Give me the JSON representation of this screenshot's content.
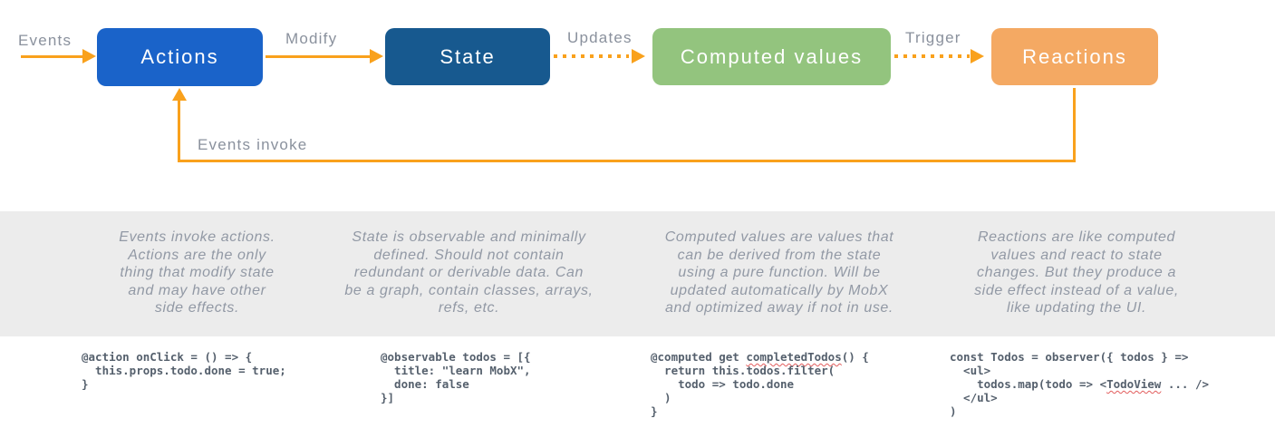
{
  "colors": {
    "actions_blue": "#1A63C9",
    "state_navy": "#17598F",
    "computed_green": "#93C47E",
    "reactions_orange": "#F4A963",
    "arrow_orange": "#F9A11C",
    "label_gray": "#8A919D",
    "description_gray": "#9299A5",
    "band_gray": "#ECECEC",
    "code_slate": "#55606D",
    "squiggle_red": "#E25D5D"
  },
  "diagram": {
    "type": "flow",
    "edge_labels": {
      "events": "Events",
      "modify": "Modify",
      "updates": "Updates",
      "trigger": "Trigger",
      "events_invoke": "Events invoke"
    },
    "nodes": [
      {
        "id": "actions",
        "label": "Actions",
        "color": "#1A63C9"
      },
      {
        "id": "state",
        "label": "State",
        "color": "#17598F"
      },
      {
        "id": "computed",
        "label": "Computed values",
        "color": "#93C47E"
      },
      {
        "id": "reactions",
        "label": "Reactions",
        "color": "#F4A963"
      }
    ],
    "edges": [
      {
        "from": "events-source",
        "to": "actions",
        "label": "Events",
        "style": "solid"
      },
      {
        "from": "actions",
        "to": "state",
        "label": "Modify",
        "style": "solid"
      },
      {
        "from": "state",
        "to": "computed",
        "label": "Updates",
        "style": "dotted"
      },
      {
        "from": "computed",
        "to": "reactions",
        "label": "Trigger",
        "style": "dotted"
      },
      {
        "from": "reactions",
        "to": "actions",
        "label": "Events invoke",
        "style": "solid-feedback"
      }
    ]
  },
  "descriptions": [
    "Events invoke actions.\nActions are the only\nthing that modify state\nand may have other\nside effects.",
    "State is observable and minimally\ndefined. Should not contain\nredundant or derivable data. Can\nbe a graph, contain classes, arrays,\nrefs, etc.",
    "Computed values are values that\ncan be derived from the state\nusing a pure function. Will be\nupdated automatically by MobX\nand optimized away if not in use.",
    "Reactions are like computed\nvalues and react to state\nchanges. But they produce a\nside effect instead of a value,\nlike updating the UI."
  ],
  "code_snippets": [
    {
      "lines": [
        [
          {
            "t": "@action onClick = () => {"
          }
        ],
        [
          {
            "t": "  this.props.todo.done = true;"
          }
        ],
        [
          {
            "t": "}"
          }
        ]
      ]
    },
    {
      "lines": [
        [
          {
            "t": "@observable todos = [{"
          }
        ],
        [
          {
            "t": "  title: \"learn MobX\","
          }
        ],
        [
          {
            "t": "  done: false"
          }
        ],
        [
          {
            "t": "}]"
          }
        ]
      ]
    },
    {
      "lines": [
        [
          {
            "t": "@computed get "
          },
          {
            "t": "completedTodos",
            "sq": true
          },
          {
            "t": "() {"
          }
        ],
        [
          {
            "t": "  return this.todos.filter("
          }
        ],
        [
          {
            "t": "    todo => todo.done"
          }
        ],
        [
          {
            "t": "  )"
          }
        ],
        [
          {
            "t": "}"
          }
        ]
      ]
    },
    {
      "lines": [
        [
          {
            "t": "const Todos = observer({ todos } =>"
          }
        ],
        [
          {
            "t": "  <ul>"
          }
        ],
        [
          {
            "t": "    todos.map(todo => <"
          },
          {
            "t": "TodoView",
            "sq": true
          },
          {
            "t": " ... />"
          }
        ],
        [
          {
            "t": "  </ul>"
          }
        ],
        [
          {
            "t": ")"
          }
        ]
      ]
    }
  ]
}
